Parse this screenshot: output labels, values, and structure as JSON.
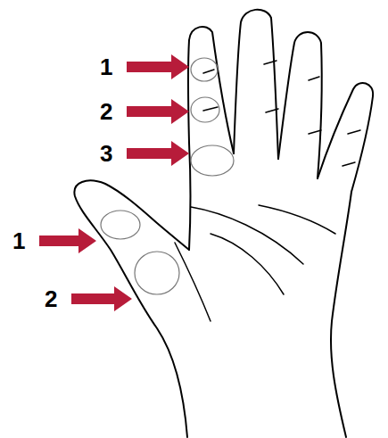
{
  "diagram": {
    "labels": [
      "1",
      "2",
      "3",
      "1",
      "2"
    ]
  }
}
